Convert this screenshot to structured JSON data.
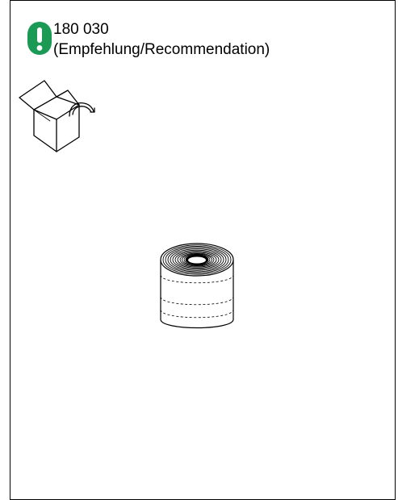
{
  "notice": {
    "icon": "exclamation-icon",
    "color": "#1a9a54",
    "article_number": "180 030",
    "note": "(Empfehlung/Recommendation)"
  },
  "illustrations": {
    "box_icon": "open-box-icon",
    "product": "adhesive-tape-roll"
  }
}
